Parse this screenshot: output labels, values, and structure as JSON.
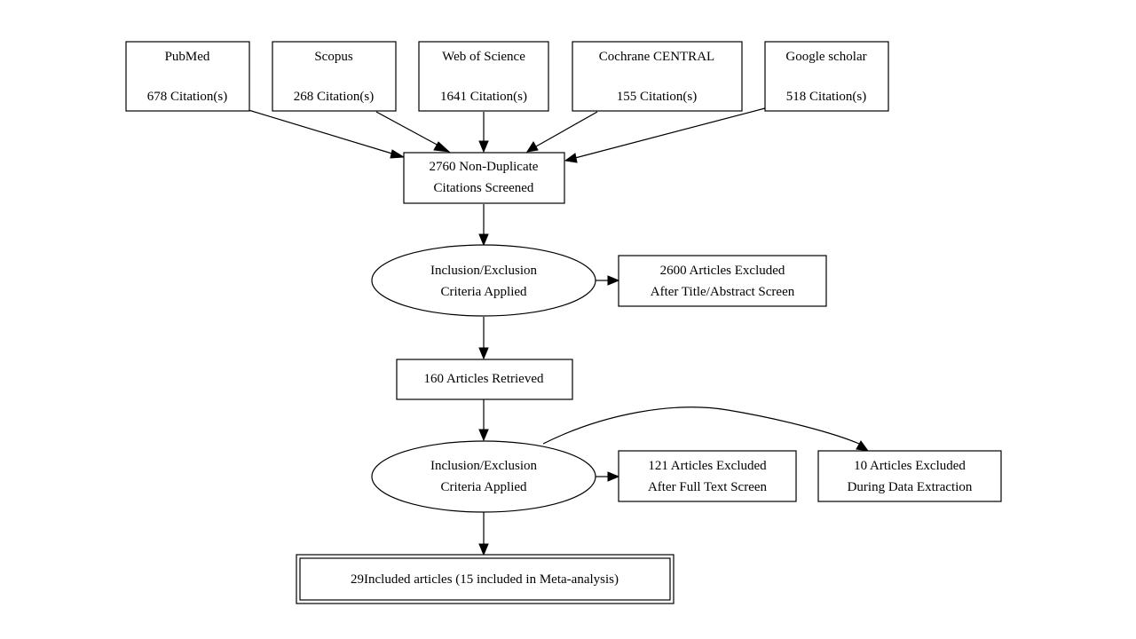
{
  "sources": [
    {
      "name": "PubMed",
      "count": "678 Citation(s)"
    },
    {
      "name": "Scopus",
      "count": "268 Citation(s)"
    },
    {
      "name": "Web of Science",
      "count": "1641 Citation(s)"
    },
    {
      "name": "Cochrane CENTRAL",
      "count": "155 Citation(s)"
    },
    {
      "name": "Google scholar",
      "count": "518 Citation(s)"
    }
  ],
  "screened": {
    "line1": "2760 Non-Duplicate",
    "line2": "Citations Screened"
  },
  "criteria1": {
    "line1": "Inclusion/Exclusion",
    "line2": "Criteria Applied"
  },
  "excluded1": {
    "line1": "2600 Articles Excluded",
    "line2": "After Title/Abstract Screen"
  },
  "retrieved": {
    "label": "160 Articles Retrieved"
  },
  "criteria2": {
    "line1": "Inclusion/Exclusion",
    "line2": "Criteria Applied"
  },
  "excluded2": {
    "line1": "121 Articles Excluded",
    "line2": "After Full Text Screen"
  },
  "excluded3": {
    "line1": "10 Articles Excluded",
    "line2": "During Data Extraction"
  },
  "included": {
    "label": "29Included articles (15 included in Meta-analysis)"
  }
}
